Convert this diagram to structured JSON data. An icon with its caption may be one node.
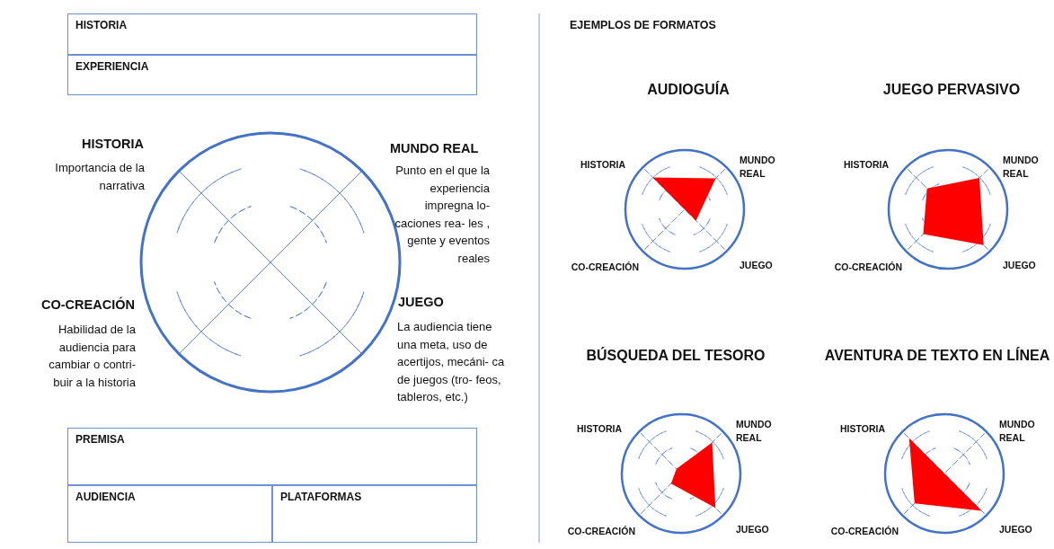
{
  "diagram": {
    "nodes": [
      {
        "text": [
          "HISTORIA"
        ]
      },
      {
        "text": [
          "EXPERIENCIA"
        ]
      },
      {
        "text": [],
        "shape": "circle",
        "beside": [
          "HISTORIA",
          "Importancia de la narrativa",
          "MUNDO REAL",
          "Punto en el que la experiencia impregna lo- caciones rea- les , gente y eventos reales",
          "CO-CREACIÓN",
          "Habilidad de la audiencia para cambiar o contri- buir a la historia",
          "JUEGO",
          "La audiencia tiene una meta, uso de acertijos, mecáni- ca de juegos (tro- feos, tableros, etc.)"
        ]
      },
      {
        "text": [
          "PREMISA"
        ]
      },
      {
        "text": [
          "AUDIENCIA"
        ]
      },
      {
        "text": [
          "PLATAFORMAS"
        ]
      },
      {
        "text": [
          "AUDIOGUÍA"
        ],
        "beside": [
          "HISTORIA",
          "MUNDO REAL",
          "CO-CREACIÓN",
          "JUEGO"
        ]
      },
      {
        "text": [
          "JUEGO PERVASIVO"
        ],
        "beside": [
          "HISTORIA",
          "MUNDO REAL",
          "CO-CREACIÓN",
          "JUEGO"
        ]
      },
      {
        "text": [
          "BÚSQUEDA DEL TESORO"
        ],
        "beside": [
          "HISTORIA",
          "MUNDO REAL",
          "CO-CREACIÓN",
          "JUEGO"
        ]
      },
      {
        "text": [
          "AVENTURA DE TEXTO EN LÍNEA"
        ],
        "beside": [
          "HISTORIA",
          "MUNDO REAL",
          "CO-CREACIÓN",
          "JUEGO"
        ]
      }
    ],
    "labels": [
      "EJEMPLOS DE FORMATOS"
    ]
  }
}
